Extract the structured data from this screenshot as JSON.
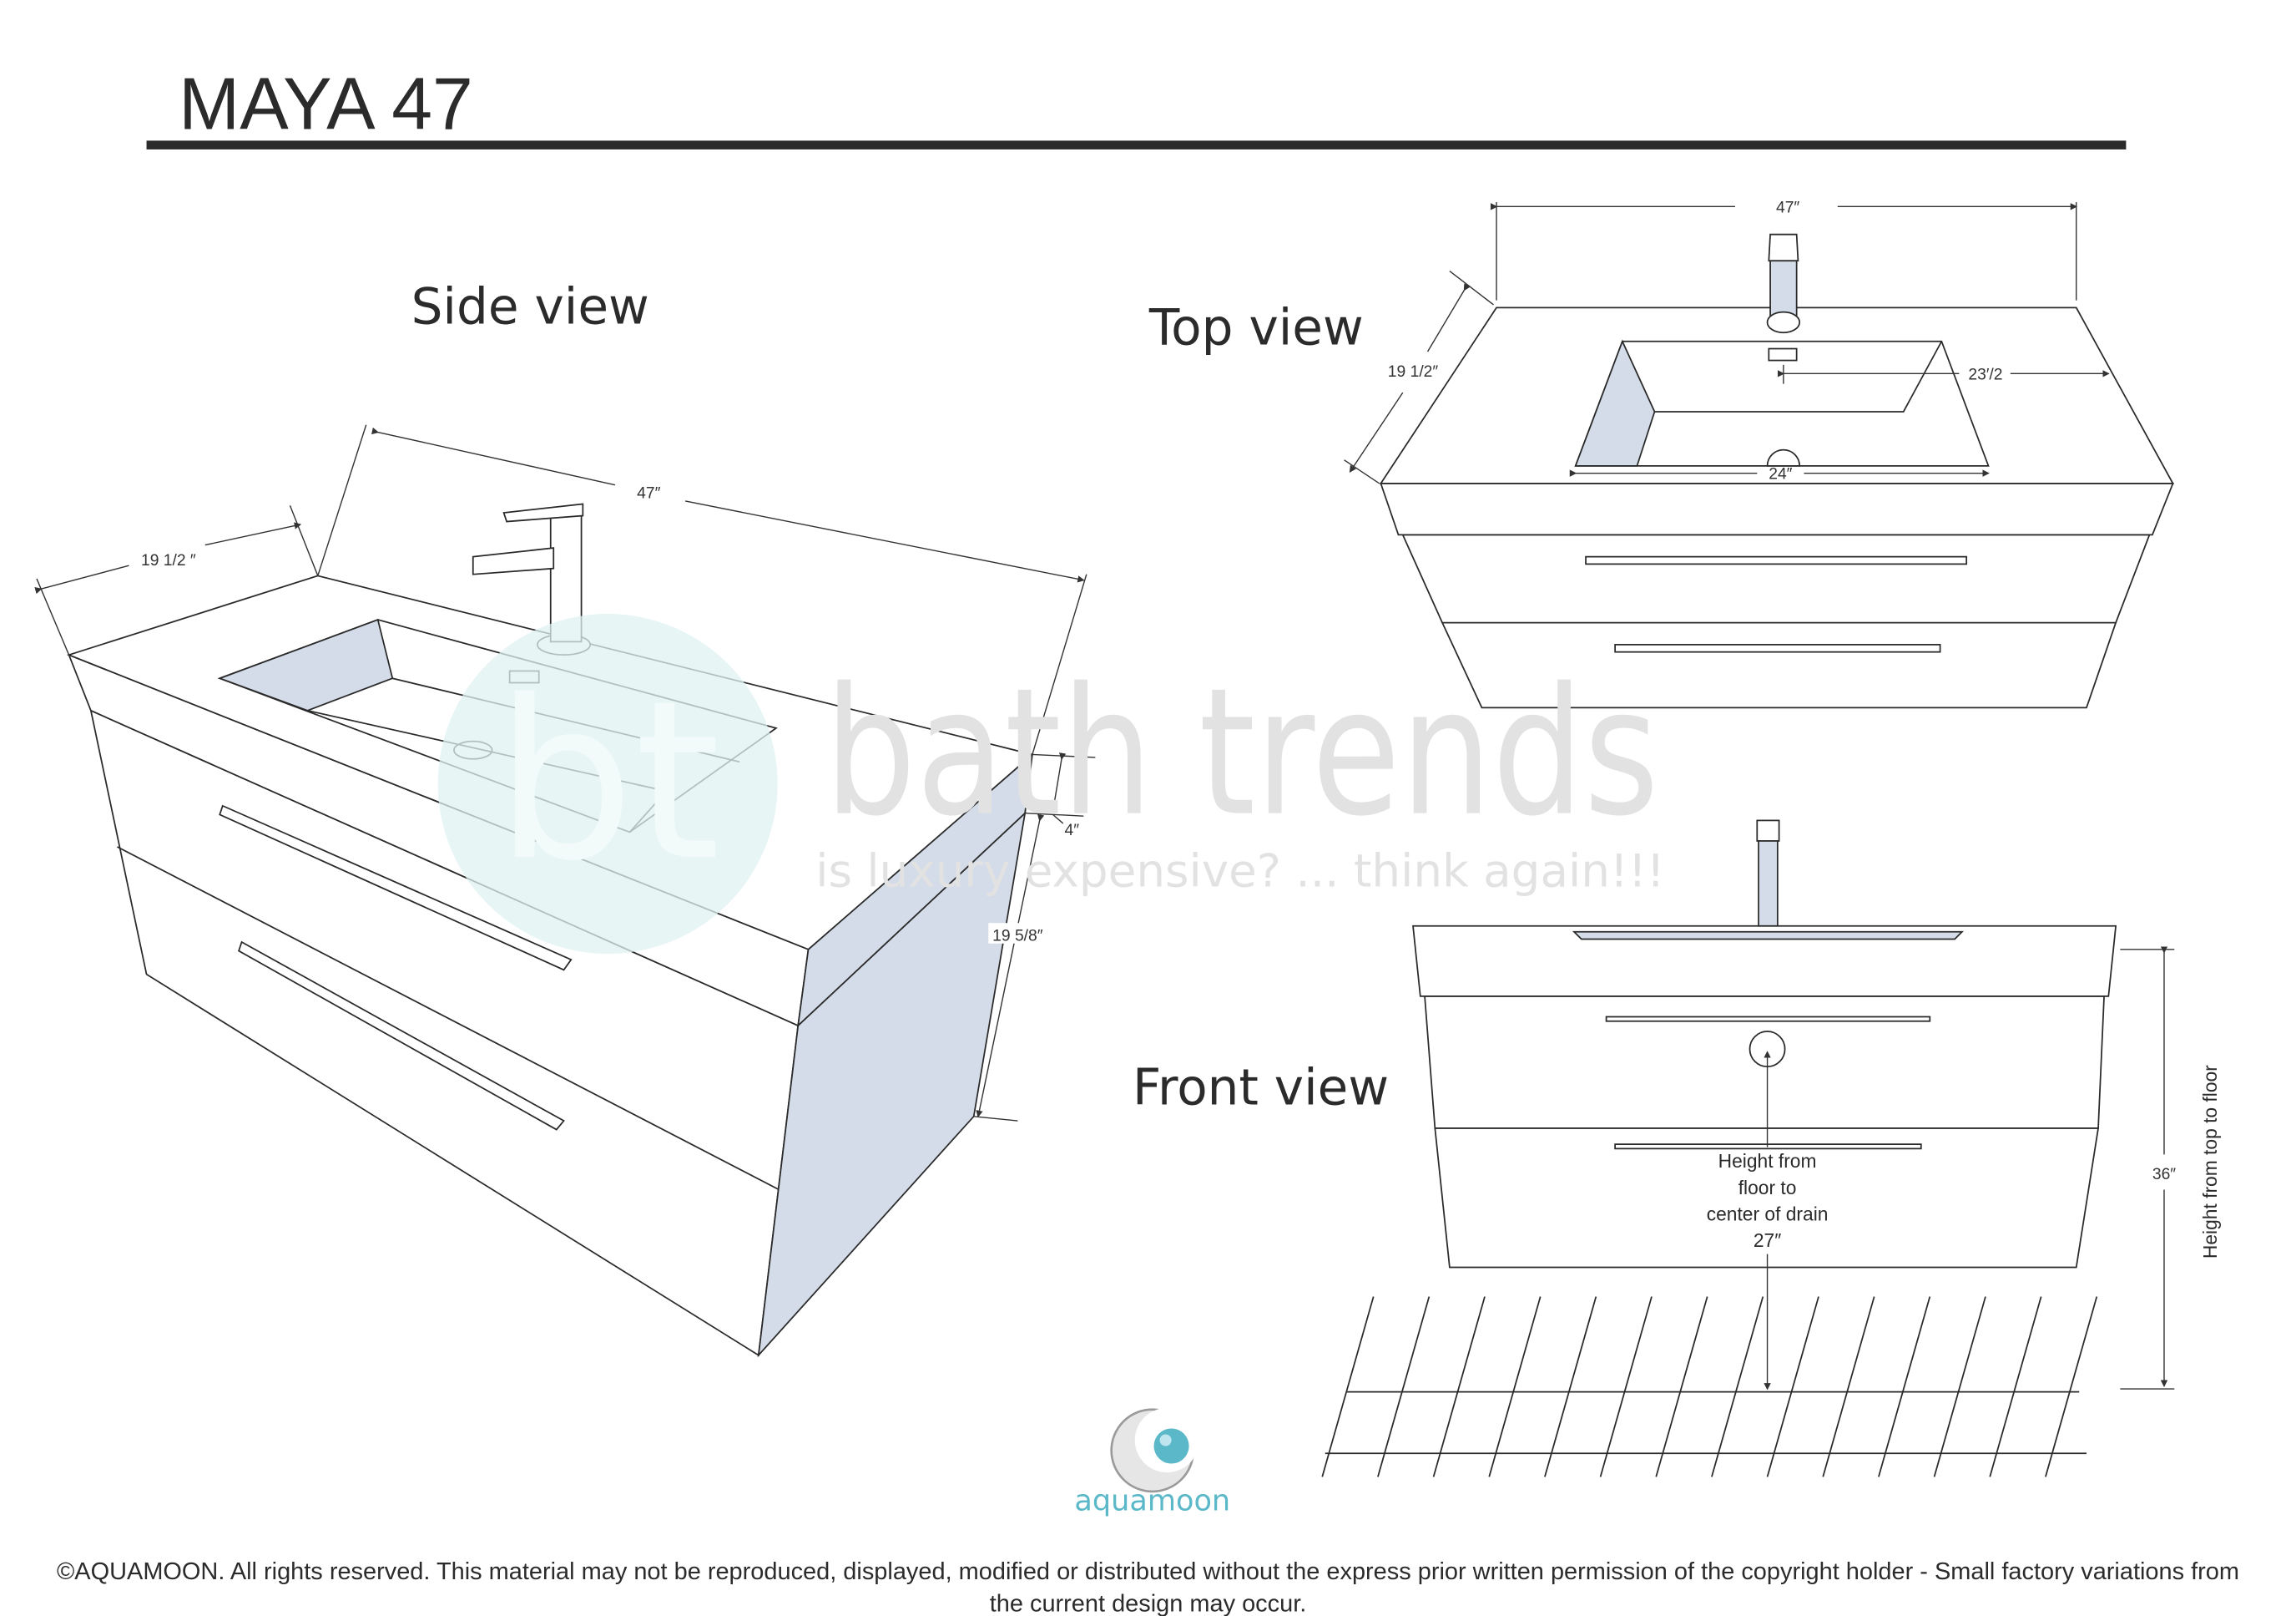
{
  "title": "MAYA 47",
  "views": {
    "side": {
      "heading": "Side view",
      "width": "47″",
      "depth": "19 1/2 ″",
      "counter_height": "4″",
      "cabinet_height": "19 5/8″"
    },
    "top": {
      "heading": "Top view",
      "width": "47″",
      "depth": "19 1/2″",
      "faucet_to_edge": "23′/2",
      "sink_width": "24″"
    },
    "front": {
      "heading": "Front view",
      "drain_note": [
        "Height from",
        "floor to",
        "center of drain",
        "27″"
      ],
      "total_height": "36″",
      "total_height_label": "Height from top to floor"
    }
  },
  "watermark": {
    "monogram": "bt",
    "brand": "bath trends",
    "tagline": "is luxury expensive? ... think again!!!",
    "colors": {
      "circle": "#dff1f2",
      "text": "#e2e2e2"
    }
  },
  "logo": {
    "name": "aquamoon",
    "color": "#5ab8c8"
  },
  "footer": {
    "line1": "©AQUAMOON. All rights reserved. This material may not be reproduced, displayed, modified or distributed without the express prior written permission of the copyright holder - Small factory variations from",
    "line2": "the current design may occur."
  },
  "colors": {
    "shade": "#d3dce8",
    "line": "#2a2a2a"
  }
}
